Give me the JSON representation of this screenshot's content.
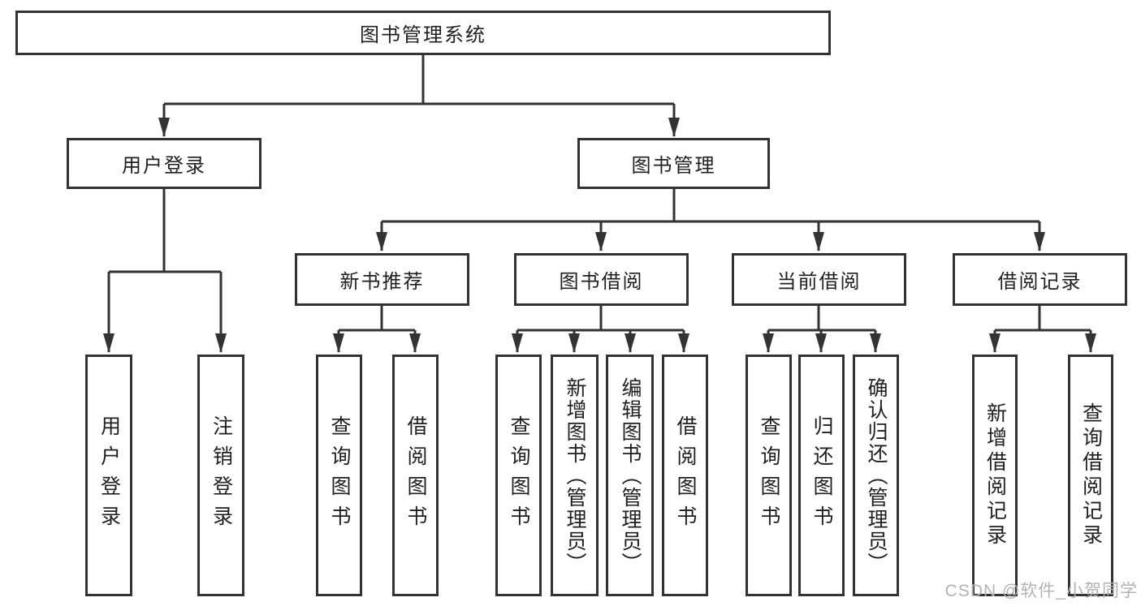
{
  "diagram": {
    "root": {
      "label": "图书管理系统"
    },
    "branches": [
      {
        "label": "用户登录",
        "leaves": [
          {
            "label": "用户登录"
          },
          {
            "label": "注销登录"
          }
        ]
      },
      {
        "label": "图书管理",
        "sections": [
          {
            "label": "新书推荐",
            "leaves": [
              {
                "label": "查询图书"
              },
              {
                "label": "借阅图书"
              }
            ]
          },
          {
            "label": "图书借阅",
            "leaves": [
              {
                "label": "查询图书"
              },
              {
                "label": "新增图书（管理员）"
              },
              {
                "label": "编辑图书（管理员）"
              },
              {
                "label": "借阅图书"
              }
            ]
          },
          {
            "label": "当前借阅",
            "leaves": [
              {
                "label": "查询图书"
              },
              {
                "label": "归还图书"
              },
              {
                "label": "确认归还（管理员）"
              }
            ]
          },
          {
            "label": "借阅记录",
            "leaves": [
              {
                "label": "新增借阅记录"
              },
              {
                "label": "查询借阅记录"
              }
            ]
          }
        ]
      }
    ],
    "watermark": "CSDN @软件_小贺同学",
    "colors": {
      "line": "#333333",
      "text": "#1f1f1f",
      "watermark": "#b3b3b3",
      "background": "#ffffff"
    }
  }
}
